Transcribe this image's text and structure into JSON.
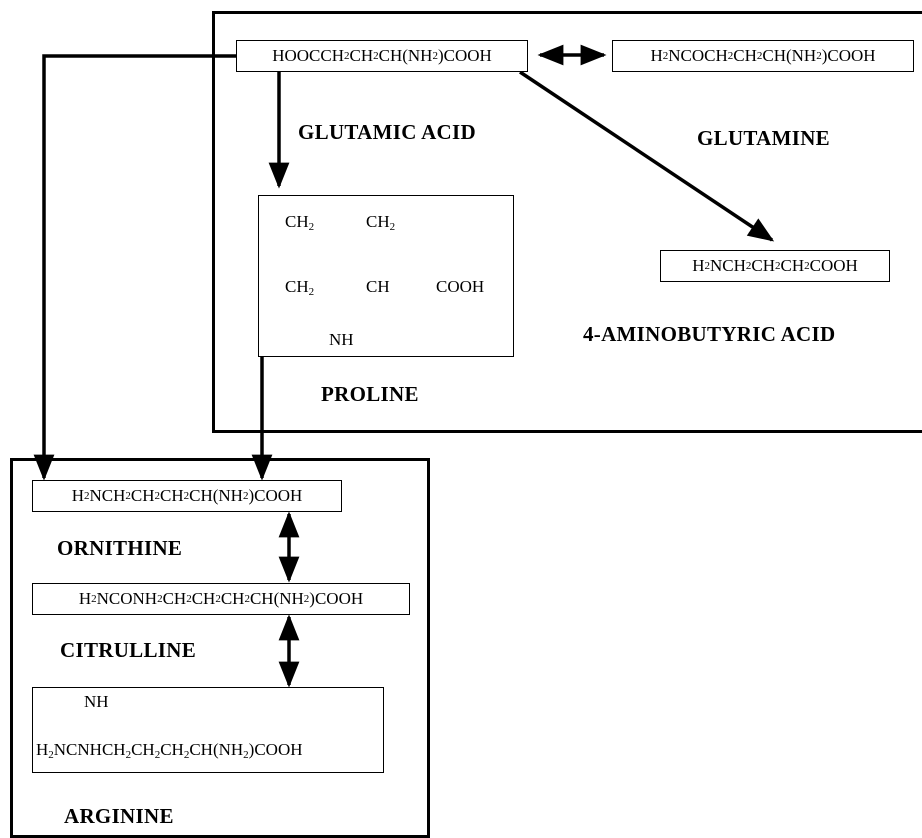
{
  "molecules": {
    "glutamic_acid": {
      "name": "GLUTAMIC ACID",
      "formula": "HOOCCH_2CH_2CH(NH_2)COOH"
    },
    "glutamine": {
      "name": "GLUTAMINE",
      "formula": "H_2NCOCH_2CH_2CH(NH_2)COOH"
    },
    "aminobutyric_acid": {
      "name": "4-AMINOBUTYRIC ACID",
      "formula": "H_2NCH_2CH_2CH_2COOH"
    },
    "proline": {
      "name": "PROLINE",
      "atoms": {
        "c1": "CH_2",
        "c2": "CH_2",
        "c3": "CH_2",
        "c4": "CH",
        "cooh": "COOH",
        "nh": "NH"
      }
    },
    "ornithine": {
      "name": "ORNITHINE",
      "formula": "H_2NCH_2CH_2CH_2CH(NH_2)COOH"
    },
    "citrulline": {
      "name": "CITRULLINE",
      "formula": "H_2NCONH_2CH_2CH_2CH_2CH(NH_2)COOH"
    },
    "arginine": {
      "name": "ARGININE",
      "imine": "NH",
      "formula": "H_2NCNHCH_2CH_2CH_2CH(NH_2)COOH"
    }
  }
}
